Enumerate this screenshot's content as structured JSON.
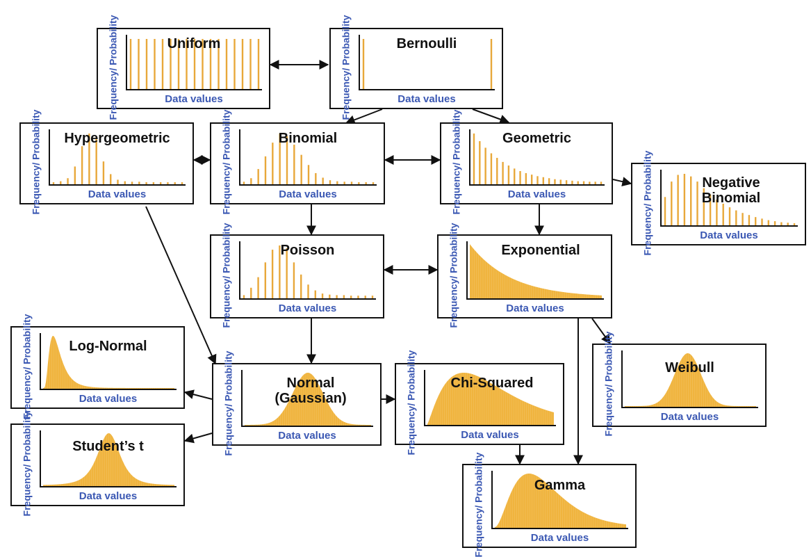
{
  "colors": {
    "bar": "#e8a83a",
    "fill": "#f0b43e",
    "axis_label": "#3b58b3",
    "border": "#111111"
  },
  "nodes": [
    {
      "id": "uniform",
      "title": "Uniform",
      "ylabel": "Frequency/ Probability",
      "xlabel": "Data values",
      "type": "discrete",
      "values": [
        1,
        1,
        1,
        1,
        1,
        1,
        1,
        1,
        1,
        1,
        1,
        1,
        1,
        1,
        1,
        1,
        1
      ]
    },
    {
      "id": "bernoulli",
      "title": "Bernoulli",
      "ylabel": "Frequency/ Probability",
      "xlabel": "Data values",
      "type": "discrete",
      "values": [
        1,
        0,
        0,
        0,
        0,
        0,
        0,
        0,
        0,
        0,
        0,
        0,
        0,
        0,
        0,
        0,
        0,
        0,
        0,
        0,
        0,
        0,
        0,
        0,
        0,
        0,
        0,
        0,
        0,
        0,
        1
      ]
    },
    {
      "id": "hypergeometric",
      "title": "Hypergeometric",
      "ylabel": "Frequency/ Probability",
      "xlabel": "Data values",
      "type": "discrete",
      "values": [
        0.04,
        0.06,
        0.12,
        0.35,
        0.75,
        1,
        0.95,
        0.45,
        0.2,
        0.09,
        0.06,
        0.05,
        0.05,
        0.04,
        0.04,
        0.04,
        0.04,
        0.04,
        0.04
      ]
    },
    {
      "id": "binomial",
      "title": "Binomial",
      "ylabel": "Frequency/ Probability",
      "xlabel": "Data values",
      "type": "discrete",
      "values": [
        0.05,
        0.12,
        0.3,
        0.55,
        0.82,
        1,
        0.95,
        0.78,
        0.58,
        0.38,
        0.22,
        0.13,
        0.08,
        0.06,
        0.05,
        0.05,
        0.04,
        0.04,
        0.04
      ]
    },
    {
      "id": "geometric",
      "title": "Geometric",
      "ylabel": "Frequency/ Probability",
      "xlabel": "Data values",
      "type": "discrete",
      "values": [
        1,
        0.85,
        0.72,
        0.61,
        0.52,
        0.44,
        0.37,
        0.31,
        0.26,
        0.22,
        0.19,
        0.16,
        0.14,
        0.12,
        0.1,
        0.09,
        0.08,
        0.07,
        0.06,
        0.06,
        0.05,
        0.05,
        0.05
      ]
    },
    {
      "id": "negative_binomial",
      "title": "Negative Binomial",
      "ylabel": "Frequency/ Probability",
      "xlabel": "Data values",
      "type": "discrete",
      "values": [
        0.55,
        0.85,
        0.98,
        1,
        0.95,
        0.85,
        0.72,
        0.6,
        0.5,
        0.42,
        0.35,
        0.29,
        0.24,
        0.2,
        0.16,
        0.13,
        0.1,
        0.08,
        0.06,
        0.05,
        0.04
      ]
    },
    {
      "id": "poisson",
      "title": "Poisson",
      "ylabel": "Frequency/ Probability",
      "xlabel": "Data values",
      "type": "discrete",
      "values": [
        0.06,
        0.2,
        0.4,
        0.68,
        0.92,
        1,
        0.95,
        0.68,
        0.45,
        0.26,
        0.15,
        0.09,
        0.07,
        0.06,
        0.06,
        0.05,
        0.05,
        0.05,
        0.05
      ]
    },
    {
      "id": "exponential",
      "title": "Exponential",
      "ylabel": "Frequency/ Probability",
      "xlabel": "Data values",
      "type": "exponential"
    },
    {
      "id": "log_normal",
      "title": "Log-Normal",
      "ylabel": "Frequency/ Probability",
      "xlabel": "Data values",
      "type": "lognormal"
    },
    {
      "id": "normal",
      "title": "Normal (Gaussian)",
      "ylabel": "Frequency/ Probability",
      "xlabel": "Data values",
      "type": "normal"
    },
    {
      "id": "chi_squared",
      "title": "Chi-Squared",
      "ylabel": "Frequency/ Probability",
      "xlabel": "Data values",
      "type": "chisquared"
    },
    {
      "id": "weibull",
      "title": "Weibull",
      "ylabel": "Frequency/ Probability",
      "xlabel": "Data values",
      "type": "weibull"
    },
    {
      "id": "students_t",
      "title": "Student’s t",
      "ylabel": "Frequency/ Probability",
      "xlabel": "Data values",
      "type": "studentt"
    },
    {
      "id": "gamma",
      "title": "Gamma",
      "ylabel": "Frequency/ Probability",
      "xlabel": "Data values",
      "type": "gamma"
    }
  ],
  "edges": [
    {
      "from": "uniform",
      "to": "bernoulli",
      "direction": "both"
    },
    {
      "from": "bernoulli",
      "to": "binomial",
      "direction": "forward"
    },
    {
      "from": "bernoulli",
      "to": "geometric",
      "direction": "forward"
    },
    {
      "from": "binomial",
      "to": "hypergeometric",
      "direction": "both"
    },
    {
      "from": "binomial",
      "to": "geometric",
      "direction": "both"
    },
    {
      "from": "geometric",
      "to": "negative_binomial",
      "direction": "forward"
    },
    {
      "from": "binomial",
      "to": "poisson",
      "direction": "forward"
    },
    {
      "from": "geometric",
      "to": "exponential",
      "direction": "forward"
    },
    {
      "from": "poisson",
      "to": "exponential",
      "direction": "both"
    },
    {
      "from": "hypergeometric",
      "to": "normal",
      "direction": "forward"
    },
    {
      "from": "poisson",
      "to": "normal",
      "direction": "forward"
    },
    {
      "from": "exponential",
      "to": "weibull",
      "direction": "forward"
    },
    {
      "from": "exponential",
      "to": "gamma",
      "direction": "forward"
    },
    {
      "from": "normal",
      "to": "log_normal",
      "direction": "forward"
    },
    {
      "from": "normal",
      "to": "students_t",
      "direction": "forward"
    },
    {
      "from": "normal",
      "to": "chi_squared",
      "direction": "forward"
    },
    {
      "from": "chi_squared",
      "to": "gamma",
      "direction": "forward"
    }
  ]
}
